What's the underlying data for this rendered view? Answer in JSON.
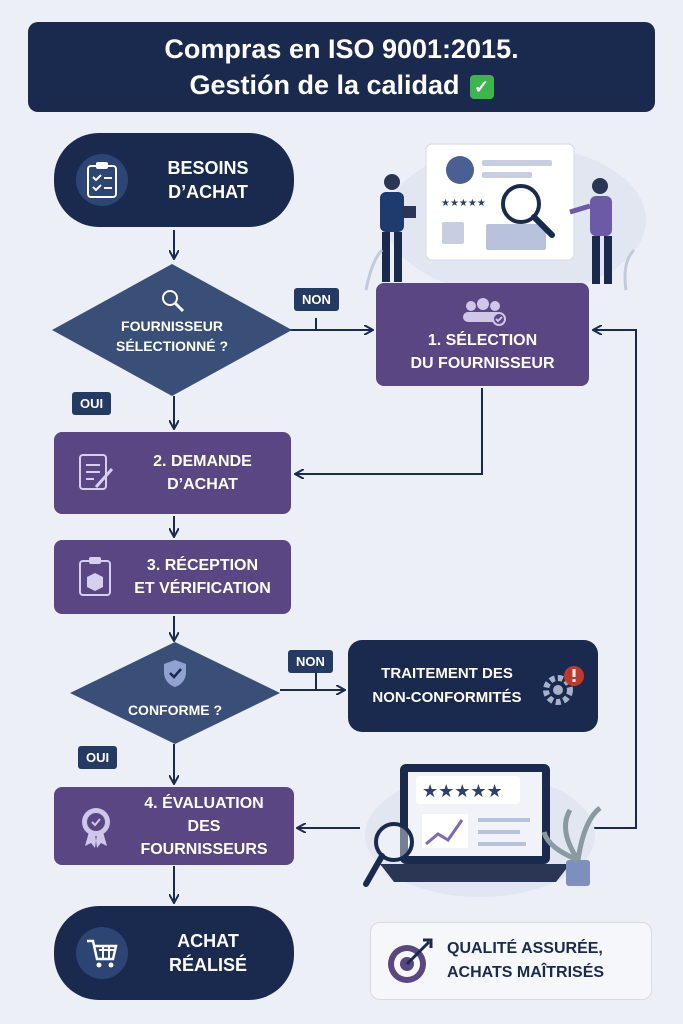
{
  "title": {
    "line1": "Compras en ISO 9001:2015.",
    "line2": "Gestión de la calidad"
  },
  "start": {
    "line1": "BESOINS",
    "line2": "D’ACHAT"
  },
  "decision1": {
    "line1": "FOURNISSEUR",
    "line2": "SÉLECTIONNÉ ?",
    "no_label": "NON",
    "yes_label": "OUI"
  },
  "step1": {
    "line1": "1. SÉLECTION",
    "line2": "DU FOURNISSEUR"
  },
  "step2": {
    "line1": "2. DEMANDE",
    "line2": "D’ACHAT"
  },
  "step3": {
    "line1": "3. RÉCEPTION",
    "line2": "ET VÉRIFICATION"
  },
  "decision2": {
    "label": "CONFORME ?",
    "no_label": "NON",
    "yes_label": "OUI"
  },
  "nonconformity": {
    "line1": "TRAITEMENT DES",
    "line2": "NON-CONFORMITÉS"
  },
  "step4": {
    "line1": "4. ÉVALUATION",
    "line2": "DES FOURNISSEURS"
  },
  "end": {
    "line1": "ACHAT",
    "line2": "RÉALISÉ"
  },
  "result": {
    "line1": "QUALITÉ ASSURÉE,",
    "line2": "ACHATS MAÎTRISÉS"
  },
  "colors": {
    "navy": "#1a2a4f",
    "purple": "#5a4682",
    "diamond": "#3a4f78",
    "accent": "#7d68b5",
    "background": "#eceff5",
    "check": "#3cb54a"
  },
  "icons": [
    "checklist-icon",
    "magnifier-icon",
    "users-check-icon",
    "document-pen-icon",
    "clipboard-box-icon",
    "shield-check-icon",
    "gear-warning-icon",
    "award-badge-icon",
    "cart-icon",
    "target-arrow-icon"
  ]
}
